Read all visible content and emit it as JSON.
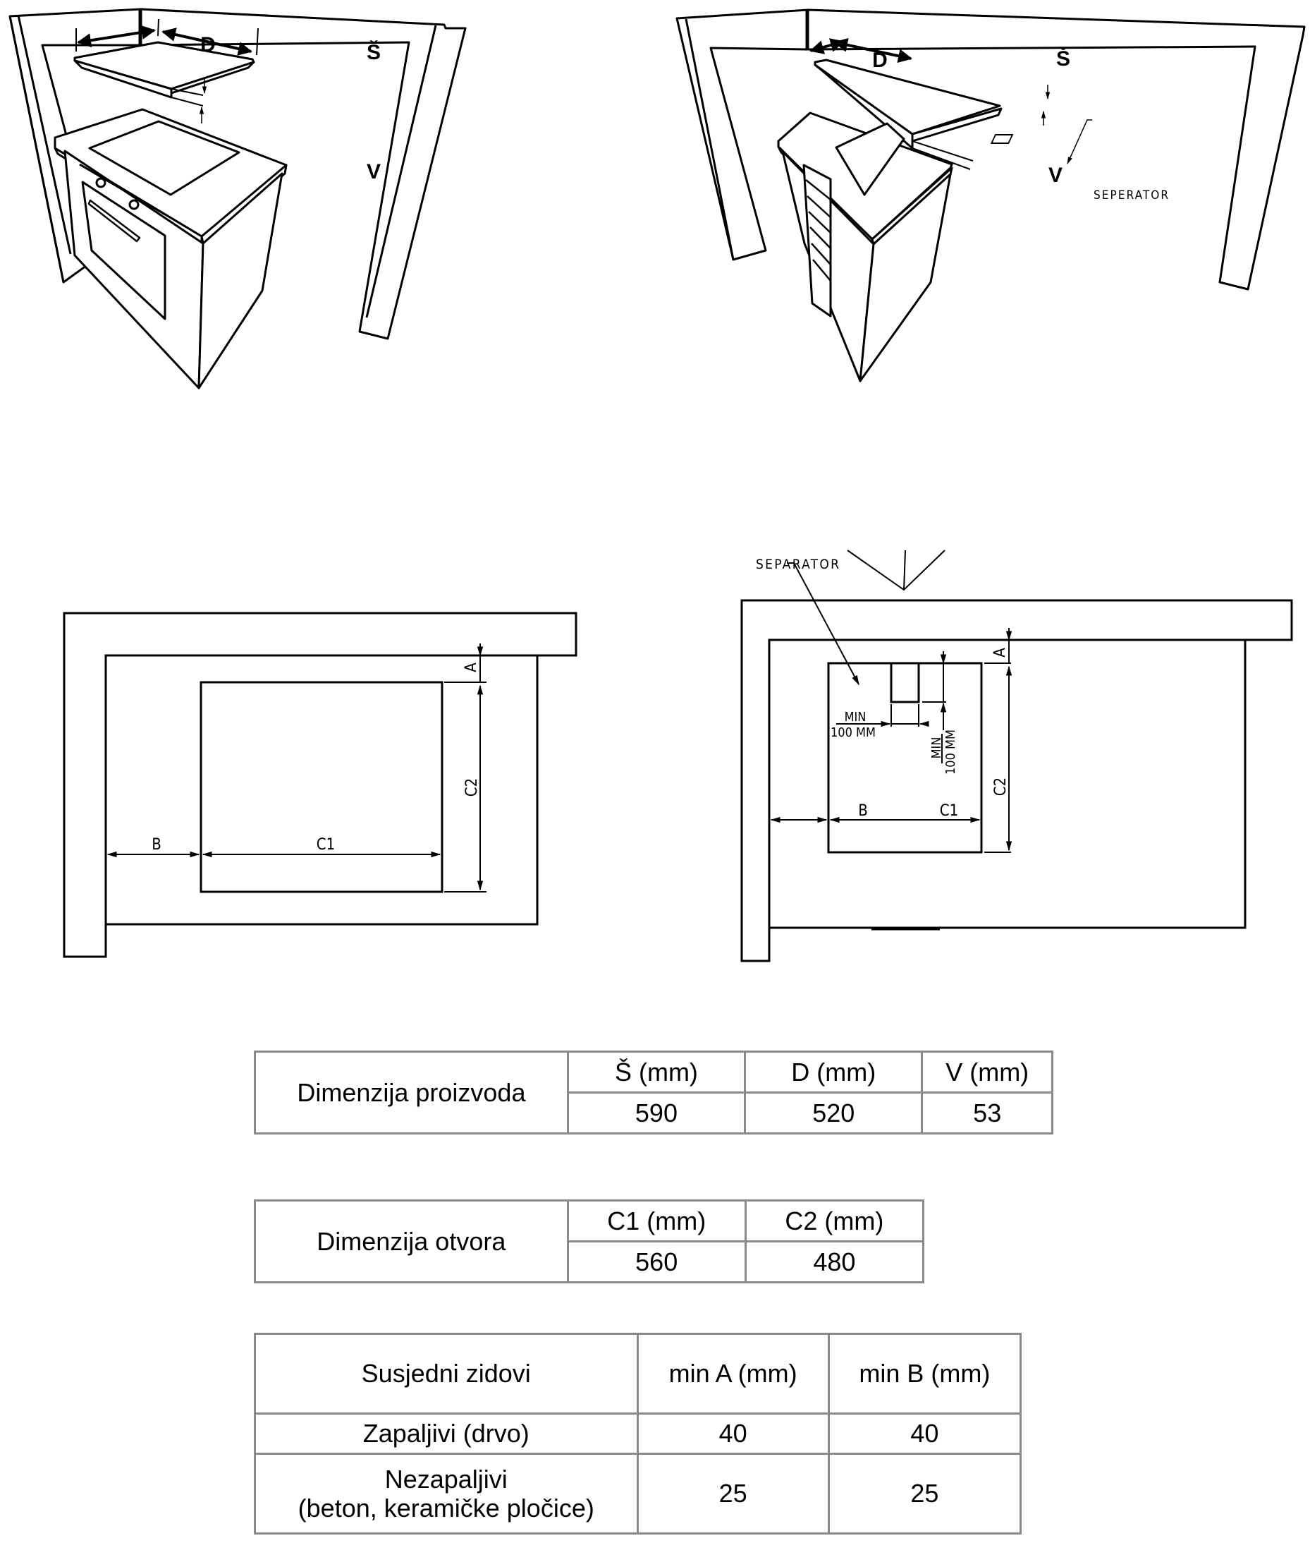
{
  "diagram_left": {
    "label_depth": "D",
    "label_width": "Š",
    "label_height": "V"
  },
  "diagram_right": {
    "label_depth": "D",
    "label_width": "Š",
    "label_height": "V",
    "callout_separator_3d": "SEPERATOR"
  },
  "plan_left": {
    "label_a": "A",
    "label_b": "B",
    "label_c1": "C1",
    "label_c2": "C2"
  },
  "plan_right": {
    "label_a": "A",
    "label_b": "B",
    "label_c1": "C1",
    "label_c2": "C2",
    "callout_separator": "SEPARATOR",
    "min_h_top": "MIN",
    "min_h_bottom": "100 MM",
    "min_v_top": "MIN",
    "min_v_bottom": "100 MM"
  },
  "table_product": {
    "row_header": "Dimenzija proizvoda",
    "columns": [
      "Š (mm)",
      "D (mm)",
      "V (mm)"
    ],
    "values": [
      "590",
      "520",
      "53"
    ]
  },
  "table_cutout": {
    "row_header": "Dimenzija otvora",
    "columns": [
      "C1 (mm)",
      "C2 (mm)"
    ],
    "values": [
      "560",
      "480"
    ]
  },
  "table_walls": {
    "header": [
      "Susjedni zidovi",
      "min A (mm)",
      "min B (mm)"
    ],
    "rows": [
      {
        "label": "Zapaljivi (drvo)",
        "a": "40",
        "b": "40"
      },
      {
        "label_line1": "Nezapaljivi",
        "label_line2": "(beton, keramičke pločice)",
        "a": "25",
        "b": "25"
      }
    ]
  }
}
